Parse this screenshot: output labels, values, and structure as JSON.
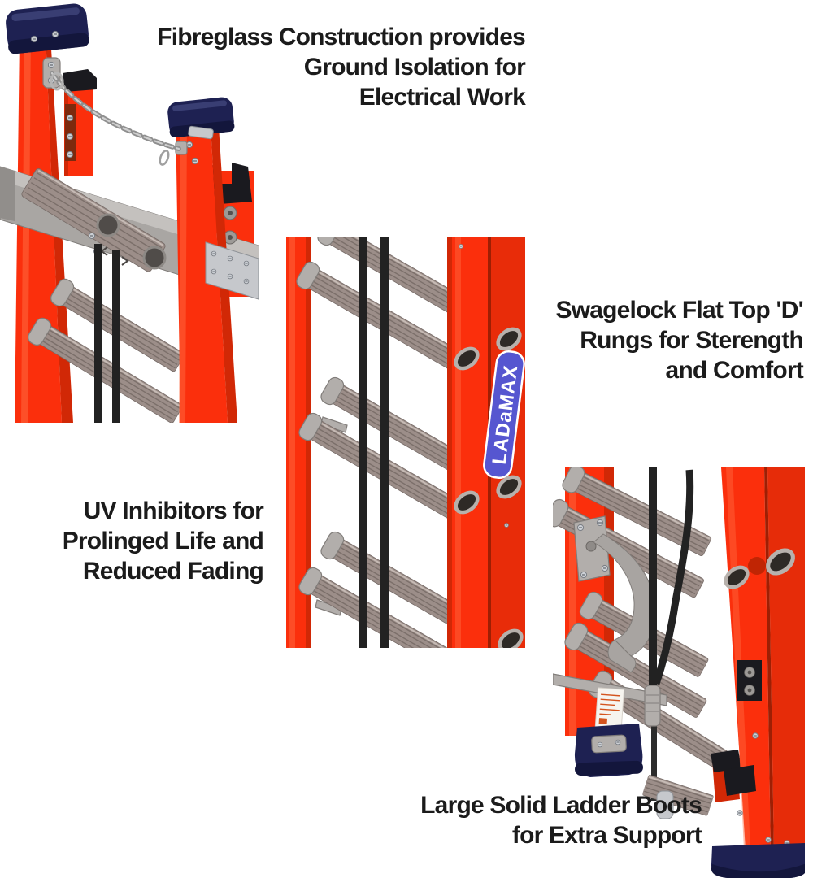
{
  "brand": {
    "logo_text": "LADaMAX"
  },
  "colors": {
    "railOrange": "#fb2f0c",
    "railOrangeDeep": "#d12806",
    "railOrangeDark": "#9e1f04",
    "railHighlight": "#ff6a40",
    "capNavy": "#1e2152",
    "capNavyDark": "#13163c",
    "metalSilver": "#c6c8cc",
    "metalGrey": "#b2aeab",
    "metalGreyDark": "#817d7a",
    "rungGrey": "#9c8e89",
    "rungStripe": "#7b6f6a",
    "rungHighlight": "#c6bbb5",
    "ropeBlack": "#222222",
    "logoBlue": "#5656d0",
    "logoTextWhite": "#ffffff",
    "captionBlack": "#1b1b1b",
    "labelWhite": "#f6f4ef",
    "stickerRed": "#d4541e"
  },
  "captions": {
    "fibreglass": {
      "lines": [
        "Fibreglass Construction provides",
        "Ground Isolation for",
        "Electrical Work"
      ]
    },
    "swagelock": {
      "lines": [
        "Swagelock Flat Top 'D'",
        "Rungs for Sterength",
        "and Comfort"
      ]
    },
    "uv": {
      "lines": [
        "UV Inhibitors for",
        "Prolinged Life and",
        "Reduced Fading"
      ]
    },
    "boots": {
      "lines": [
        "Large Solid Ladder Boots",
        "for Extra Support"
      ]
    }
  }
}
